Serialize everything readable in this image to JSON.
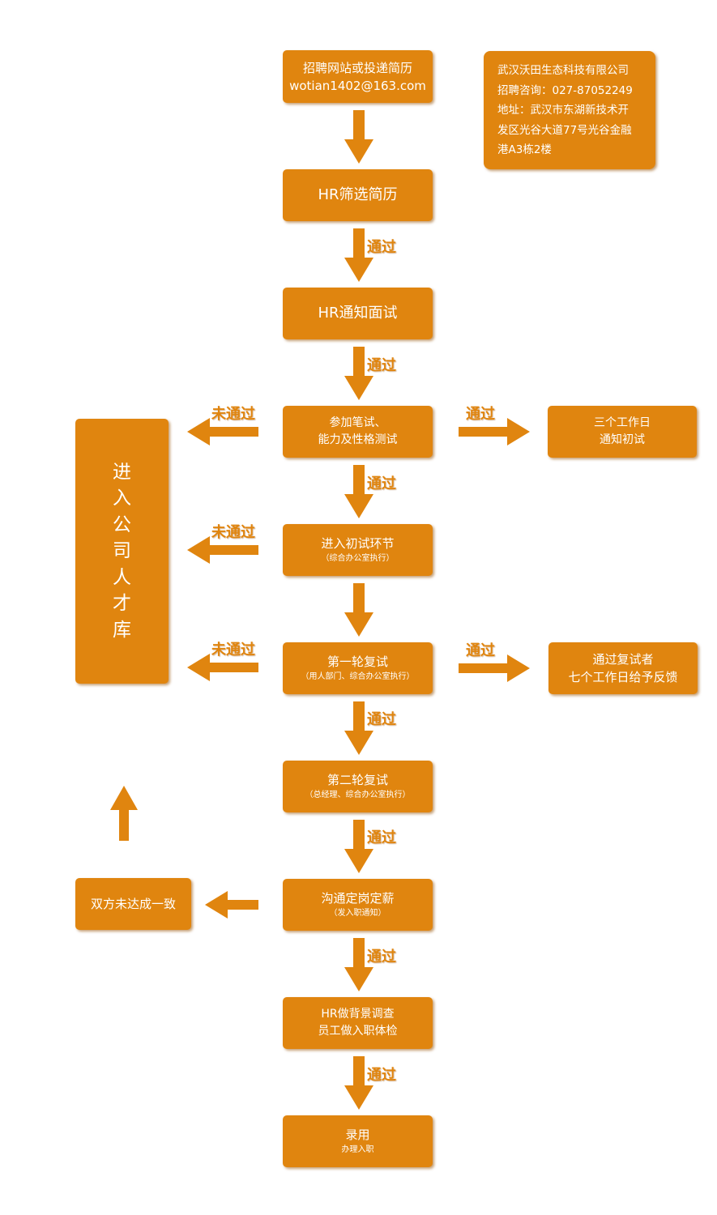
{
  "colors": {
    "accent": "#e0850f",
    "text_on_box": "#ffffff"
  },
  "company_info": {
    "lines": [
      "武汉沃田生态科技有限公司",
      "招聘咨询：027-87052249",
      "地址：武汉市东湖新技术开",
      "发区光谷大道77号光谷金融",
      "港A3栋2楼"
    ]
  },
  "steps": {
    "apply": {
      "line1": "招聘网站或投递简历",
      "line2": "wotian1402@163.com"
    },
    "screen": {
      "title": "HR筛选简历"
    },
    "notify": {
      "title": "HR通知面试"
    },
    "written": {
      "line1": "参加笔试、",
      "line2": "能力及性格测试"
    },
    "initial": {
      "title": "进入初试环节",
      "sub": "（综合办公室执行）"
    },
    "round1": {
      "title": "第一轮复试",
      "sub": "（用人部门、综合办公室执行）"
    },
    "round2": {
      "title": "第二轮复试",
      "sub": "（总经理、综合办公室执行）"
    },
    "salary": {
      "title": "沟通定岗定薪",
      "sub": "（发入职通知）"
    },
    "background": {
      "line1": "HR做背景调查",
      "line2": "员工做入职体检"
    },
    "hire": {
      "title": "录用",
      "sub": "办理入职"
    }
  },
  "side": {
    "notify_initial": {
      "line1": "三个工作日",
      "line2": "通知初试"
    },
    "feedback": {
      "line1": "通过复试者",
      "line2": "七个工作日给予反馈"
    },
    "no_agreement": {
      "title": "双方未达成一致"
    },
    "talent_pool": {
      "chars": [
        "进",
        "入",
        "公",
        "司",
        "人",
        "才",
        "库"
      ]
    }
  },
  "labels": {
    "pass": "通过",
    "fail": "未通过"
  }
}
